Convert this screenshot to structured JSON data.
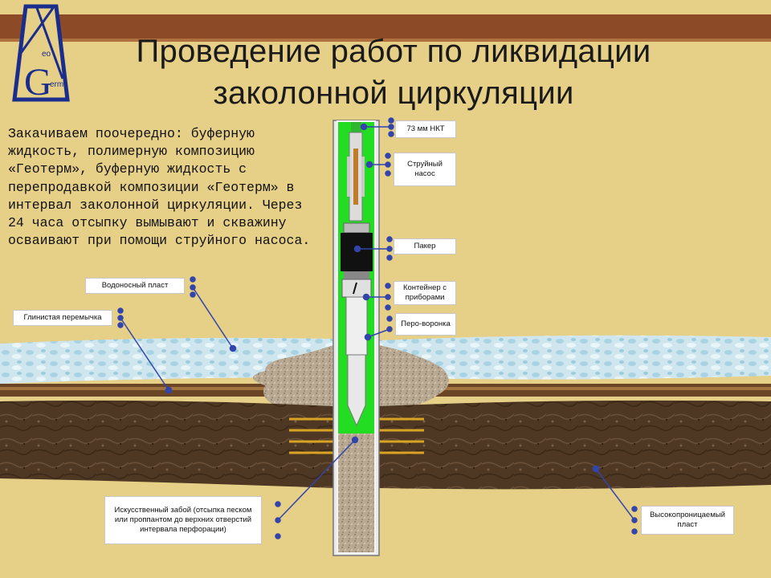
{
  "title": {
    "line1": "Проведение работ по ликвидации",
    "line2": "заколонной циркуляции"
  },
  "description": "Закачиваем поочередно: буферную жидкость, полимерную композицию «Геотерм», буферную жидкость с перепродавкой композиции «Геотерм» в интервал заколонной циркуляции. Через 24 часа отсыпку вымывают и скважину осваивают при помощи струйного насоса.",
  "logo": {
    "big_letter": "G",
    "small_top": "eo",
    "small_bottom": "erm"
  },
  "labels": {
    "nkt": "73 мм НКТ",
    "jet_pump": "Струйный насос",
    "packer": "Пакер",
    "container": "Контейнер с приборами",
    "funnel": "Перо-воронка",
    "aquifer": "Водоносный пласт",
    "clay": "Глинистая перемычка",
    "bottom": "Искусственный забой (отсыпка песком или проппантом до верхних отверстий интервала перфорации)",
    "permeable": "Высокопроницаемый пласт"
  },
  "colors": {
    "background": "#e6cf86",
    "top_band": "#8c4b26",
    "aquifer": "#cfe6ee",
    "clay": "#5a3a1d",
    "permeable_rock": "#4a3522",
    "green_fluid": "#22dd22",
    "logo": "#1a2c8c",
    "leader": "#3344aa"
  }
}
